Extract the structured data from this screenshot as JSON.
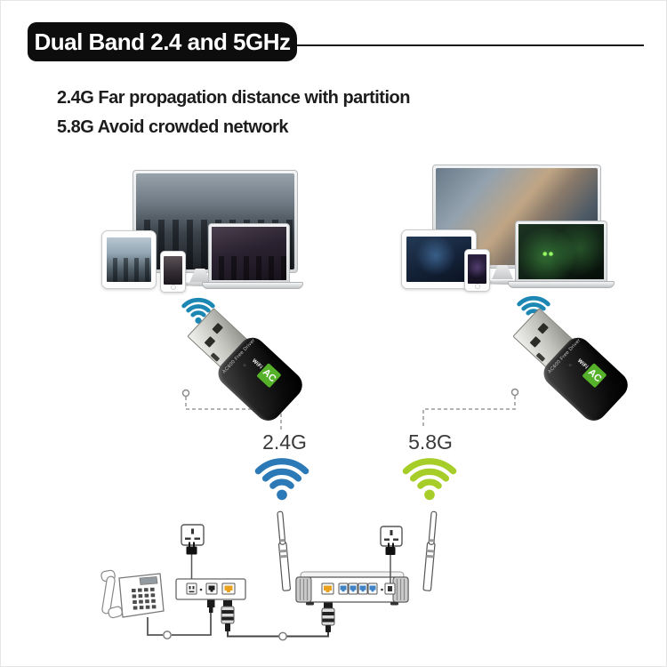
{
  "banner": {
    "title": "Dual Band 2.4 and 5GHz"
  },
  "features": {
    "line1": "2.4G Far propagation distance with partition",
    "line2": "5.8G Avoid crowded network"
  },
  "bands": {
    "left": {
      "label": "2.4G",
      "color": "#2b79b7"
    },
    "right": {
      "label": "5.8G",
      "color": "#a6cd28"
    }
  },
  "adapter": {
    "edge_text": "AC600 Free Driver",
    "badge": "AC",
    "badge_vertical": "WiFi"
  },
  "colors": {
    "banner_bg": "#0d0d0d",
    "wifi_small": "#1d87b4",
    "wifi_24": "#2b79b7",
    "wifi_58": "#a6cd28",
    "port_orange": "#e8a21e",
    "port_blue": "#3f83c6",
    "adapter_badge_green": "#55b02a",
    "dashed_line": "#9a9a9a"
  }
}
